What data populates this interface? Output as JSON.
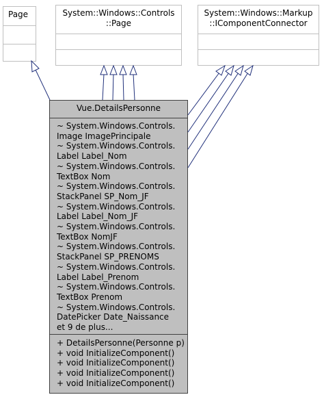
{
  "bases": {
    "page": {
      "name": "Page"
    },
    "controls_page": {
      "name": "System::Windows::Controls\n::Page"
    },
    "component_connector": {
      "name": "System::Windows::Markup\n::IComponentConnector"
    }
  },
  "main_class": {
    "name": "Vue.DetailsPersonne",
    "attributes": [
      "~ System.Windows.Controls.",
      "Image ImagePrincipale",
      "~ System.Windows.Controls.",
      "Label Label_Nom",
      "~ System.Windows.Controls.",
      "TextBox Nom",
      "~ System.Windows.Controls.",
      "StackPanel SP_Nom_JF",
      "~ System.Windows.Controls.",
      "Label Label_Nom_JF",
      "~ System.Windows.Controls.",
      "TextBox NomJF",
      "~ System.Windows.Controls.",
      "StackPanel SP_PRENOMS",
      "~ System.Windows.Controls.",
      "Label Label_Prenom",
      "~ System.Windows.Controls.",
      "TextBox Prenom",
      "~ System.Windows.Controls.",
      "DatePicker Date_Naissance",
      "et 9 de plus..."
    ],
    "methods": [
      "+ DetailsPersonne(Personne p)",
      "+ void InitializeComponent()",
      "+ void InitializeComponent()",
      "+ void InitializeComponent()",
      "+ void InitializeComponent()"
    ]
  },
  "colors": {
    "main_fill": "#bfbfbf",
    "main_border": "#404040",
    "base_border": "#bfbfbf",
    "edge": "#1f2f7a"
  }
}
